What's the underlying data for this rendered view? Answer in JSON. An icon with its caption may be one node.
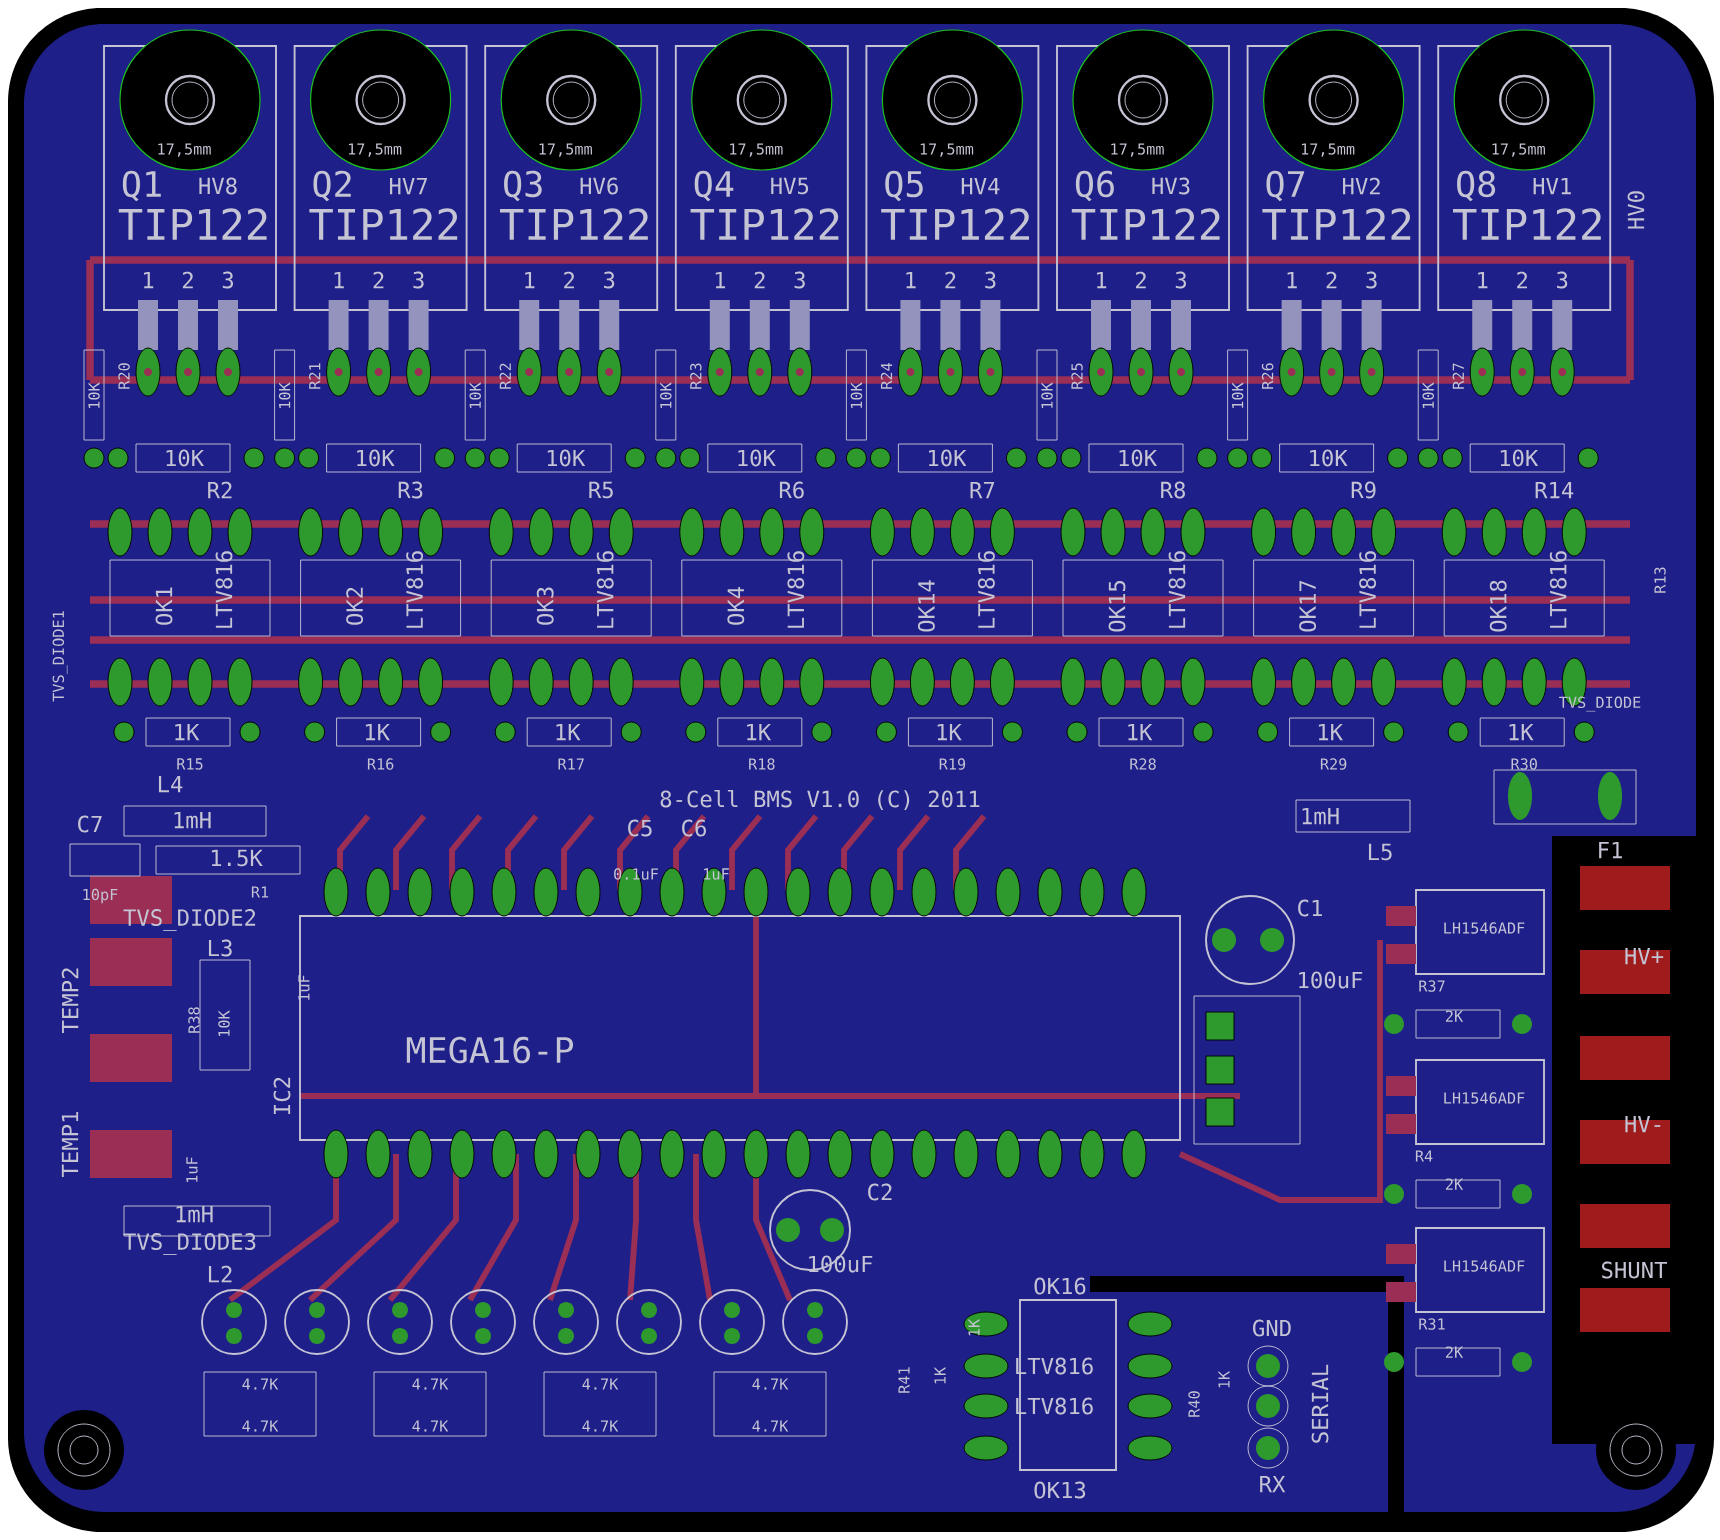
{
  "diagram": {
    "labels": [
      "17,5mm",
      "Q1",
      "HV8",
      "TIP122",
      "1",
      "2",
      "3",
      "17,5mm",
      "Q2",
      "HV7",
      "TIP122",
      "1",
      "2",
      "3",
      "17,5mm",
      "Q3",
      "HV6",
      "TIP122",
      "1",
      "2",
      "3",
      "17,5mm",
      "Q4",
      "HV5",
      "TIP122",
      "1",
      "2",
      "3",
      "17,5mm",
      "Q5",
      "HV4",
      "TIP122",
      "1",
      "2",
      "3",
      "17,5mm",
      "Q6",
      "HV3",
      "TIP122",
      "1",
      "2",
      "3",
      "17,5mm",
      "Q7",
      "HV2",
      "TIP122",
      "1",
      "2",
      "3",
      "17,5mm",
      "Q8",
      "HV1",
      "TIP122",
      "1",
      "2",
      "3",
      "HV0",
      "10K",
      "R20",
      "10K",
      "R2",
      "10K",
      "R21",
      "10K",
      "R3",
      "10K",
      "R22",
      "10K",
      "R5",
      "10K",
      "R23",
      "10K",
      "R6",
      "10K",
      "R24",
      "10K",
      "R7",
      "10K",
      "R25",
      "10K",
      "R8",
      "10K",
      "R26",
      "10K",
      "R9",
      "10K",
      "R27",
      "10K",
      "R14",
      "TVS_DIODE1",
      "OK1",
      "LTV816",
      "OK2",
      "LTV816",
      "OK3",
      "LTV816",
      "OK4",
      "LTV816",
      "OK14",
      "LTV816",
      "OK15",
      "LTV816",
      "OK17",
      "LTV816",
      "OK18",
      "LTV816",
      "R13",
      "1K",
      "R15",
      "1K",
      "R16",
      "1K",
      "R17",
      "1K",
      "R18",
      "1K",
      "R19",
      "1K",
      "R28",
      "1K",
      "R29",
      "1K",
      "R30",
      "TVS_DIODE",
      "8-Cell BMS V1.0 (C) 2011",
      "L4",
      "C7",
      "1mH",
      "1.5K",
      "10pF",
      "R1",
      "TVS_DIODE2",
      "L3",
      "TEMP2",
      "R38",
      "10K",
      "1uF",
      "IC2",
      "TEMP1",
      "1uF",
      "1mH",
      "TVS_DIODE3",
      "L2",
      "C5",
      "C6",
      "0.1uF",
      "1uF",
      "MEGA16-P",
      "L5",
      "1mH",
      "F1",
      "C1",
      "100uF",
      "C2",
      "100uF",
      "LH1546ADF",
      "R37",
      "2K",
      "HV+",
      "LH1546ADF",
      "R4",
      "2K",
      "HV-",
      "LH1546ADF",
      "R31",
      "2K",
      "SHUNT",
      "OK16",
      "LTV816",
      "LTV816",
      "OK13",
      "1K",
      "1K",
      "R41",
      "1K",
      "R40",
      "GND",
      "SERIAL",
      "RX",
      "4.7K",
      "4.7K",
      "4.7K",
      "4.7K",
      "4.7K",
      "4.7K",
      "4.7K",
      "4.7K"
    ]
  }
}
